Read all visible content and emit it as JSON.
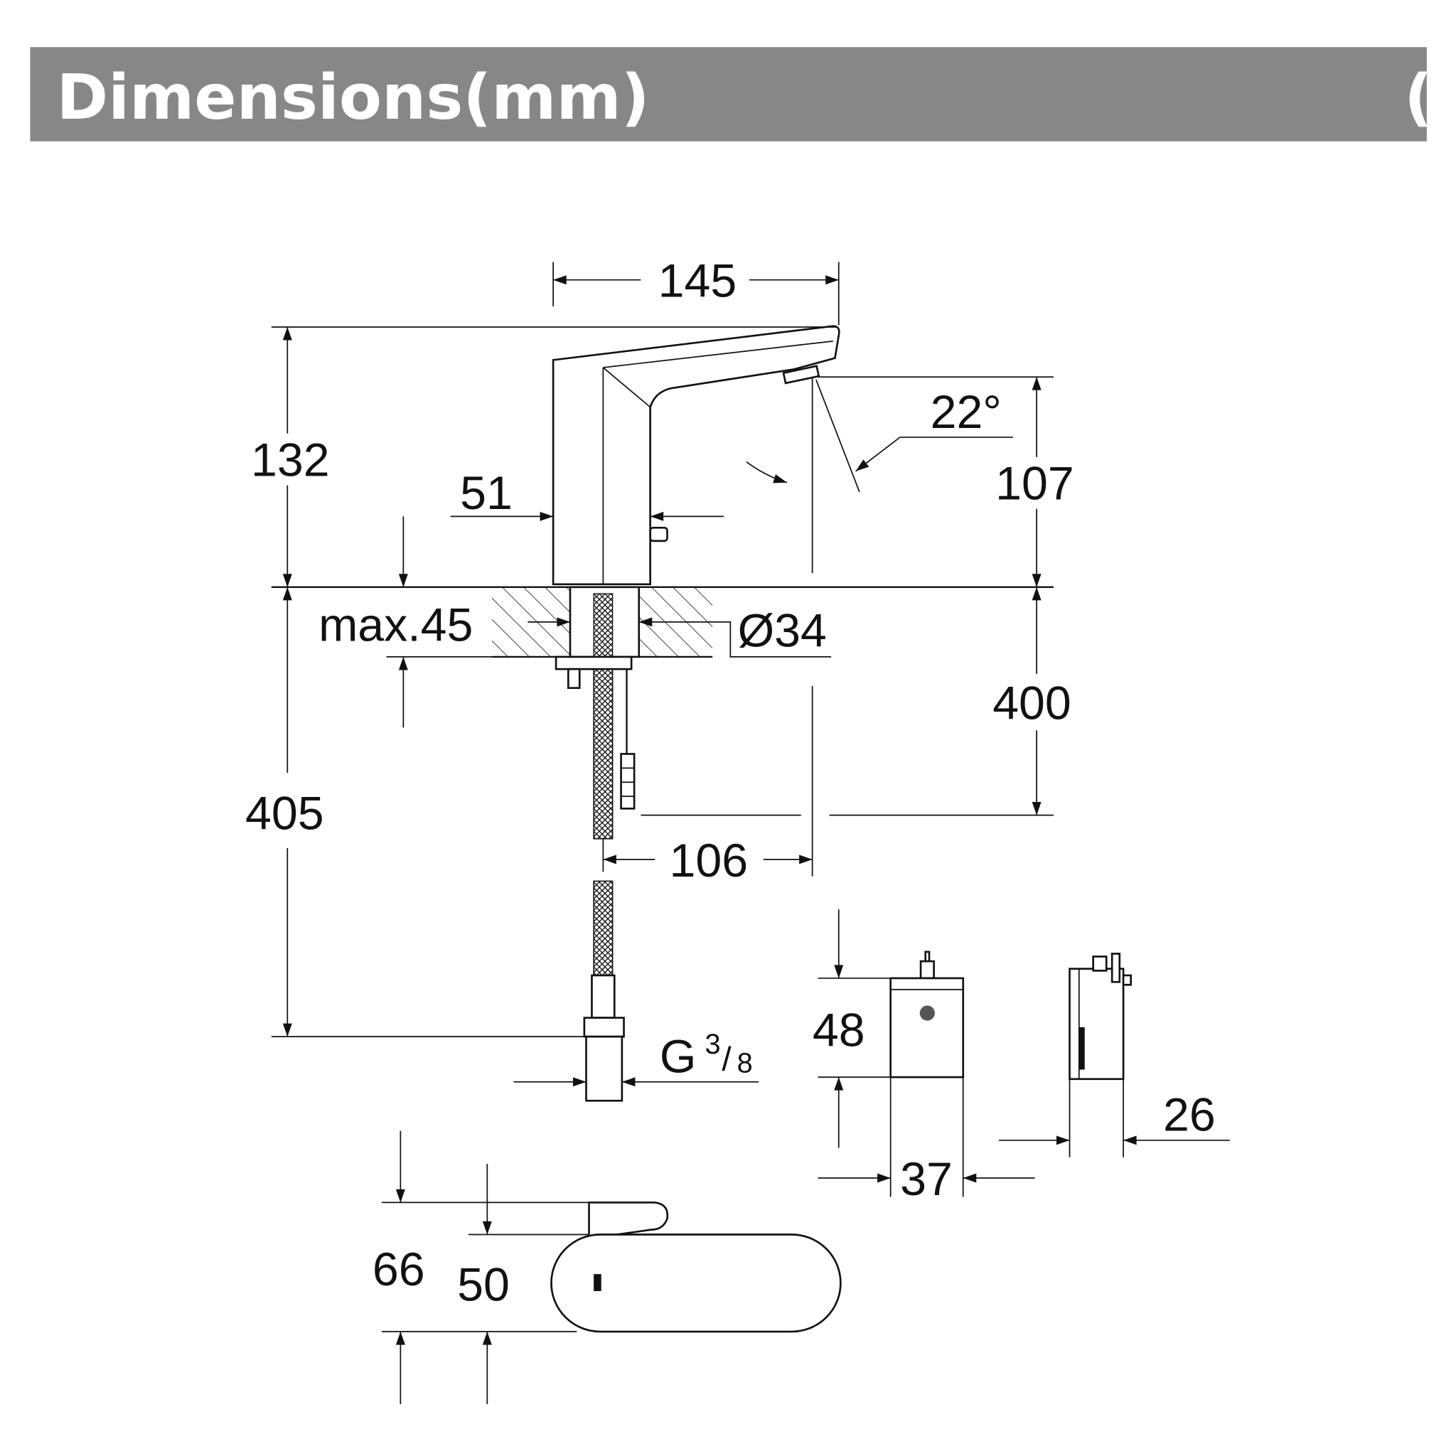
{
  "header": {
    "title_en": "Dimensions(mm)",
    "title_ar": "قیاسات (مم)",
    "background_color": "#878787"
  },
  "dimensions": {
    "spout_reach": "145",
    "total_height": "132",
    "outlet_height": "107",
    "angle": "22°",
    "body_width": "51",
    "max_deck": "max.45",
    "hole_diameter": "Ø34",
    "hose_length": "405",
    "cable_length": "400",
    "cable_offset": "106",
    "connection_g": "G",
    "connection_num": "3",
    "connection_den": "8",
    "box_height": "48",
    "box_width": "37",
    "box_depth": "26",
    "top_view_depth": "66",
    "top_view_body": "50"
  }
}
